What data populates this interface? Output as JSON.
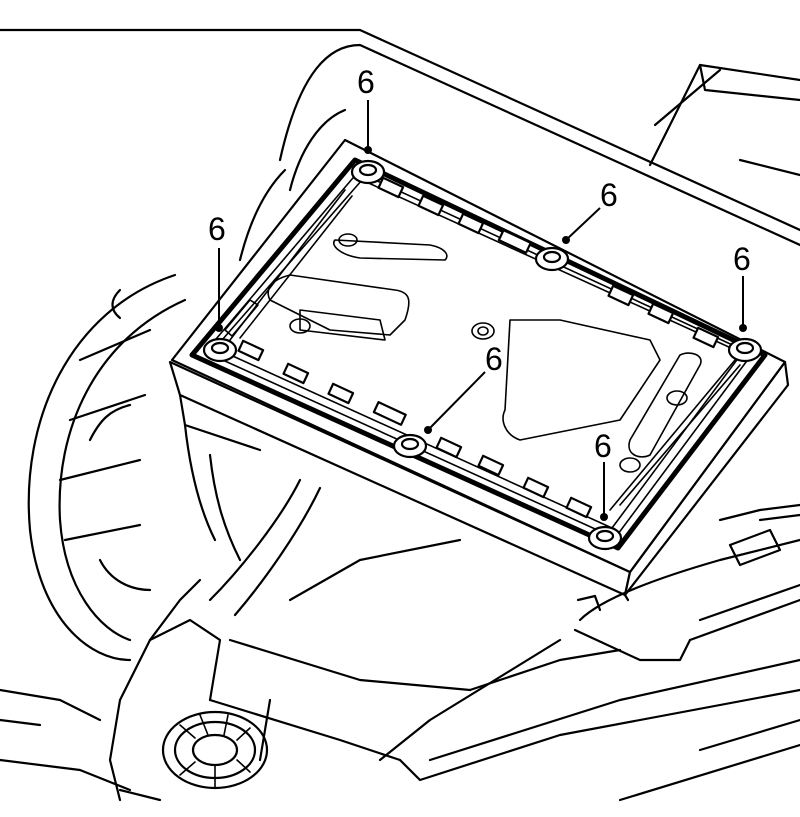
{
  "figure": {
    "callouts": [
      {
        "id": "top-left",
        "label": "6"
      },
      {
        "id": "left",
        "label": "6"
      },
      {
        "id": "top-middle",
        "label": "6"
      },
      {
        "id": "right",
        "label": "6"
      },
      {
        "id": "bottom-middle",
        "label": "6"
      },
      {
        "id": "bottom-right",
        "label": "6"
      }
    ],
    "line_color": "#000000",
    "background": "#ffffff"
  }
}
